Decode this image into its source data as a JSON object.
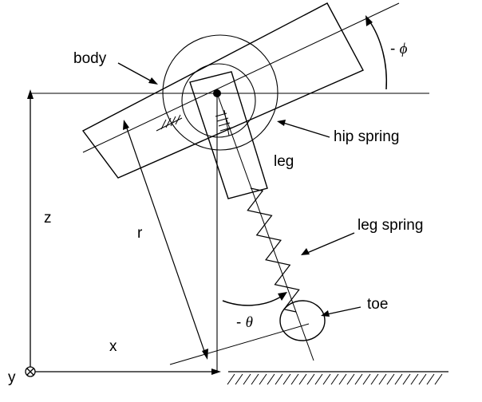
{
  "labels": {
    "body": "body",
    "hip_spring": "hip spring",
    "leg": "leg",
    "leg_spring": "leg spring",
    "toe": "toe",
    "z_axis": "z",
    "x_axis": "x",
    "y_axis": "y",
    "r": "r",
    "phi_sign": "- ",
    "phi": "ϕ",
    "theta_sign": "- ",
    "theta": "θ"
  },
  "colors": {
    "ink": "#000000",
    "background": "#ffffff"
  }
}
